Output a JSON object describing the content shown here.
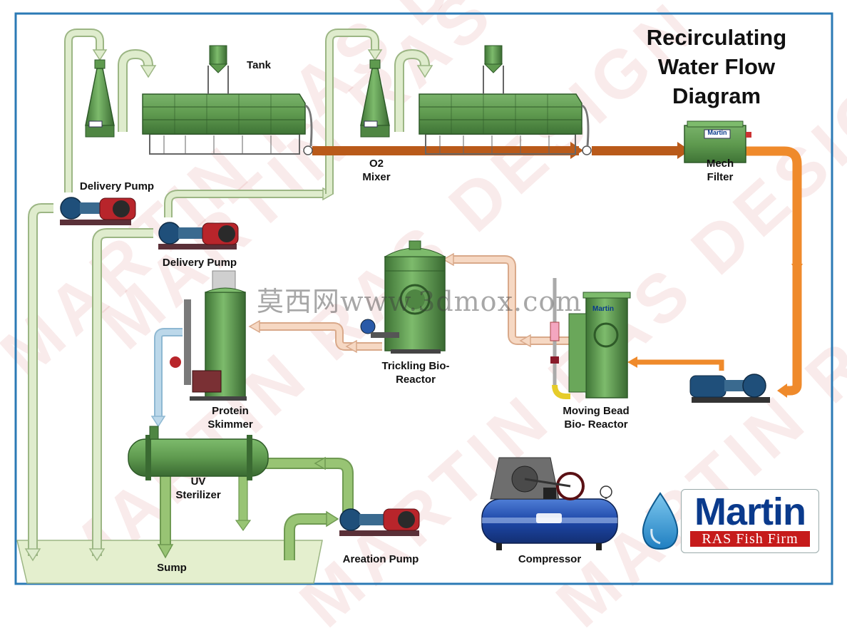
{
  "title": "Recirculating Water Flow Diagram",
  "watermark": "MARTIN RAS DESIGN",
  "site_watermark": "莫西网www.3dmox.com",
  "labels": {
    "tank": "Tank",
    "o2_mixer": "O2 Mixer",
    "mech_filter": "Mech Filter",
    "delivery_pump_1": "Delivery Pump",
    "delivery_pump_2": "Delivery Pump",
    "trickling": "Trickling Bio- Reactor",
    "moving_bead": "Moving Bead Bio- Reactor",
    "protein_skimmer": "Protein Skimmer",
    "uv_sterilizer": "UV Sterilizer",
    "sump": "Sump",
    "aeration_pump": "Areation Pump",
    "compressor": "Compressor"
  },
  "logo": {
    "name": "Martin",
    "tagline": "RAS Fish Firm",
    "badge": "Martin"
  },
  "colors": {
    "frame": "#2b7ab5",
    "tank_green": "#5f9a4f",
    "pipe_brown": "#b95a1a",
    "pipe_orange": "#ef8a2b",
    "pipe_light_green": "#dfeccd",
    "pipe_green": "#98c474",
    "pipe_peach": "#f6d8c3",
    "pipe_blue": "#bcd8ea",
    "motor_red": "#b8252b",
    "pump_blue": "#1f4f7a",
    "logo_blue": "#0a3a8c",
    "logo_red": "#c61b1b"
  }
}
